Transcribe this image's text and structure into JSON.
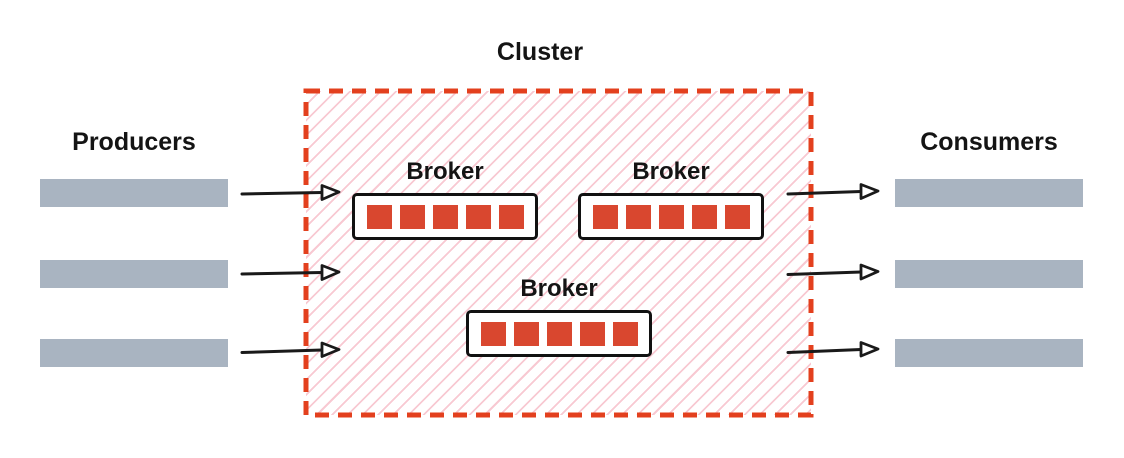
{
  "cluster": {
    "title": "Cluster",
    "broker_count": 3
  },
  "producers": {
    "label": "Producers",
    "count": 3
  },
  "consumers": {
    "label": "Consumers",
    "count": 3
  },
  "brokers": [
    {
      "label": "Broker",
      "partitions": 5
    },
    {
      "label": "Broker",
      "partitions": 5
    },
    {
      "label": "Broker",
      "partitions": 5
    }
  ],
  "flows": {
    "producer_to_cluster_arrows": 3,
    "cluster_to_consumer_arrows": 3
  },
  "colors": {
    "cluster_border": "#e3401e",
    "cluster_hatch": "#f8c9d2",
    "partition": "#d9472f",
    "bar": "#a9b4c1",
    "broker_border": "#111111",
    "text": "#141414"
  }
}
